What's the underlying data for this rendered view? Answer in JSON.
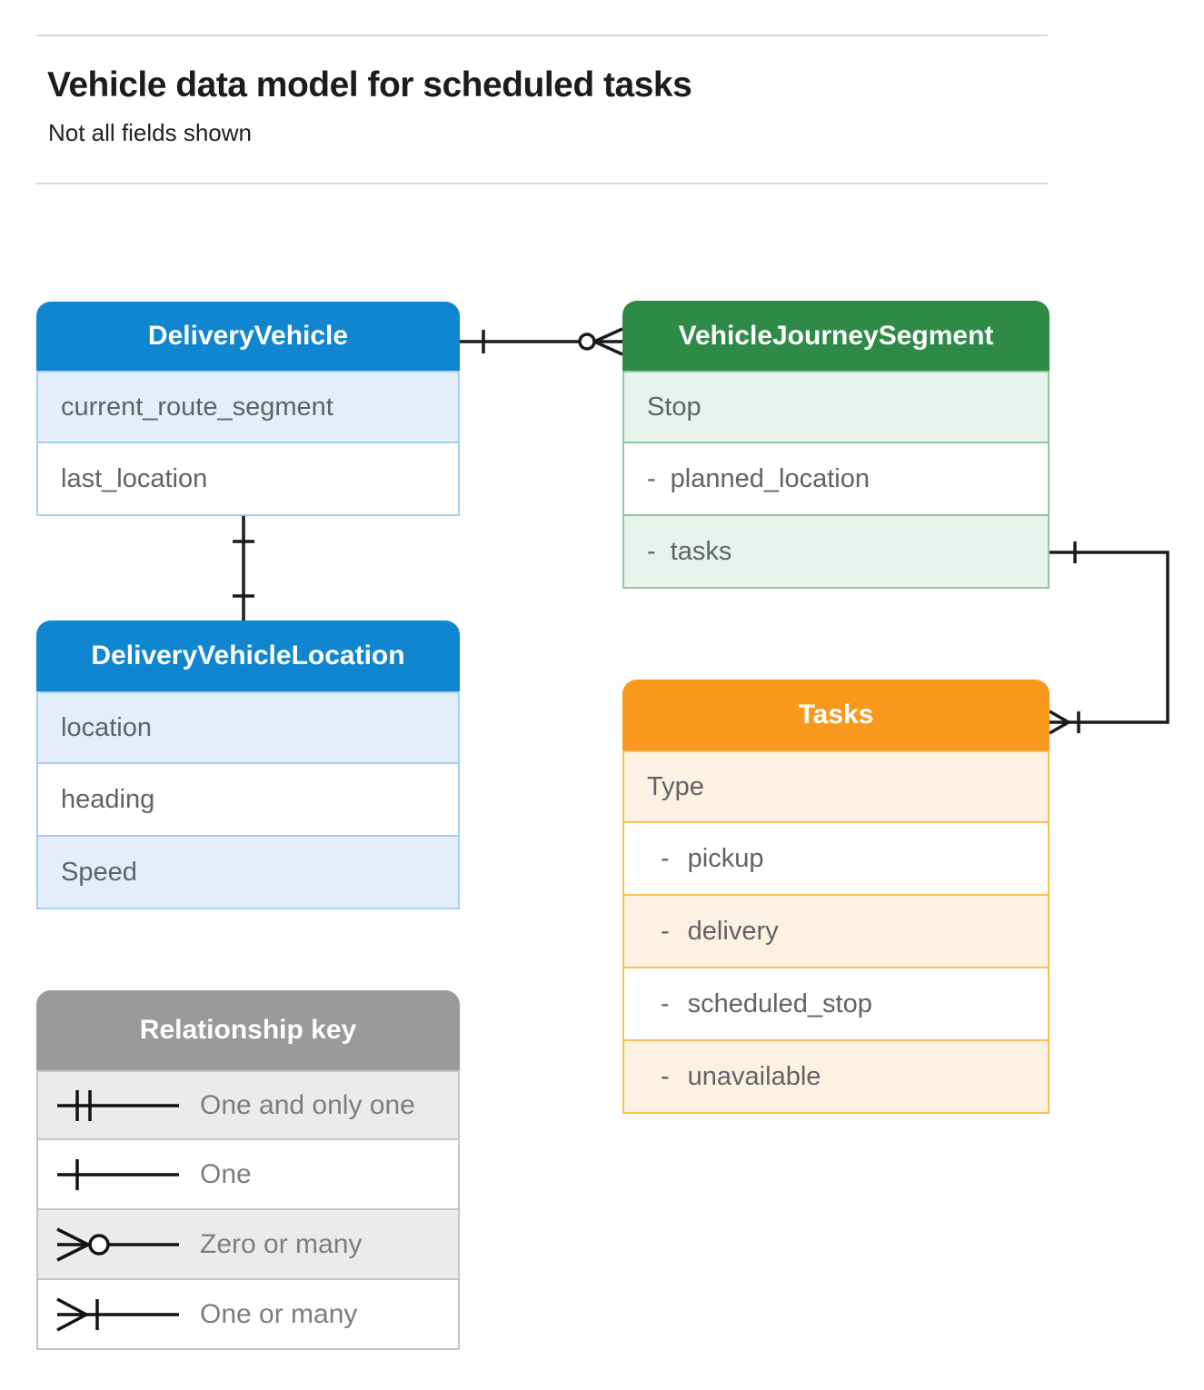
{
  "page": {
    "title": "Vehicle data model for scheduled tasks",
    "subtitle": "Not all fields shown"
  },
  "entities": {
    "delivery_vehicle": {
      "title": "DeliveryVehicle",
      "rows": [
        {
          "label": "current_route_segment"
        },
        {
          "label": "last_location"
        }
      ]
    },
    "vehicle_journey_segment": {
      "title": "VehicleJourneySegment",
      "rows": [
        {
          "label": "Stop"
        },
        {
          "prefix": "-",
          "label": "planned_location"
        },
        {
          "prefix": "-",
          "label": "tasks"
        }
      ]
    },
    "delivery_vehicle_location": {
      "title": "DeliveryVehicleLocation",
      "rows": [
        {
          "label": "location"
        },
        {
          "label": "heading"
        },
        {
          "label": "Speed"
        }
      ]
    },
    "tasks": {
      "title": "Tasks",
      "rows": [
        {
          "label": "Type"
        },
        {
          "prefix": "-",
          "label": "pickup"
        },
        {
          "prefix": "-",
          "label": "delivery"
        },
        {
          "prefix": "-",
          "label": "scheduled_stop"
        },
        {
          "prefix": "-",
          "label": "unavailable"
        }
      ]
    }
  },
  "legend": {
    "title": "Relationship key",
    "items": [
      {
        "symbol": "one-and-only-one",
        "label": "One and only one"
      },
      {
        "symbol": "one",
        "label": "One"
      },
      {
        "symbol": "zero-or-many",
        "label": "Zero or many"
      },
      {
        "symbol": "one-or-many",
        "label": "One or many"
      }
    ]
  },
  "relationships": [
    {
      "from": "DeliveryVehicle",
      "to": "VehicleJourneySegment",
      "from_cardinality": "one",
      "to_cardinality": "zero-or-many"
    },
    {
      "from": "DeliveryVehicle",
      "to": "DeliveryVehicleLocation",
      "from_cardinality": "one",
      "to_cardinality": "one"
    },
    {
      "from": "VehicleJourneySegment.tasks",
      "to": "Tasks",
      "from_cardinality": "one",
      "to_cardinality": "one-or-many"
    }
  ],
  "colors": {
    "blue_header": "#1186d0",
    "blue_tint": "#e4eefb",
    "blue_border": "#a6cfee",
    "green_header": "#2e8b47",
    "green_tint": "#e9f3ee",
    "green_border": "#90c8a0",
    "orange_header": "#f8991d",
    "orange_tint": "#fdf2e1",
    "orange_border": "#f9c054",
    "gray_header": "#9a9a9a",
    "gray_tint": "#ebebeb",
    "row_text": "#5f6368",
    "legend_text": "#7d7d7d",
    "title_text": "#1c1c1e",
    "connector": "#1a1a1a",
    "divider": "#d8d8d8"
  }
}
